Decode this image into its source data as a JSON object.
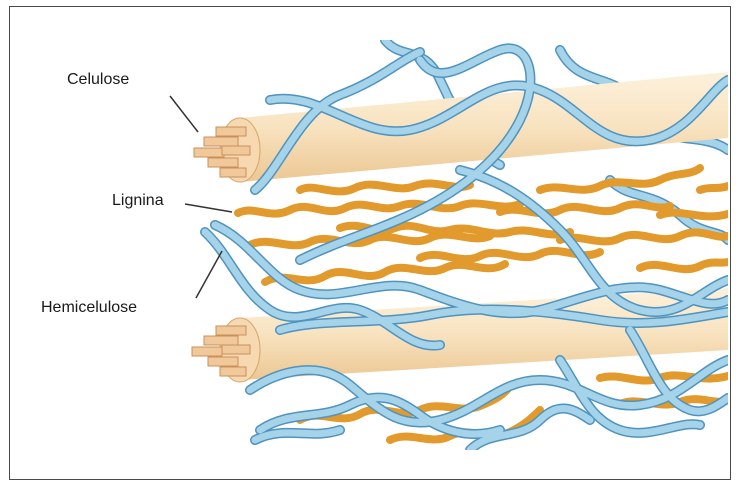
{
  "diagram": {
    "labels": {
      "cellulose": "Celulose",
      "lignin": "Lignina",
      "hemicellulose": "Hemicelulose"
    },
    "colors": {
      "cellulose_fill": "#f8e3c0",
      "cellulose_shade": "#ecc793",
      "cellulose_fibril": "#f0c89a",
      "hemicellulose": "#a5d3ea",
      "hemicellulose_outline": "#4f93be",
      "lignin": "#e19a2b",
      "frame": "#4a4a4a",
      "label_text": "#1a1a1a"
    }
  }
}
